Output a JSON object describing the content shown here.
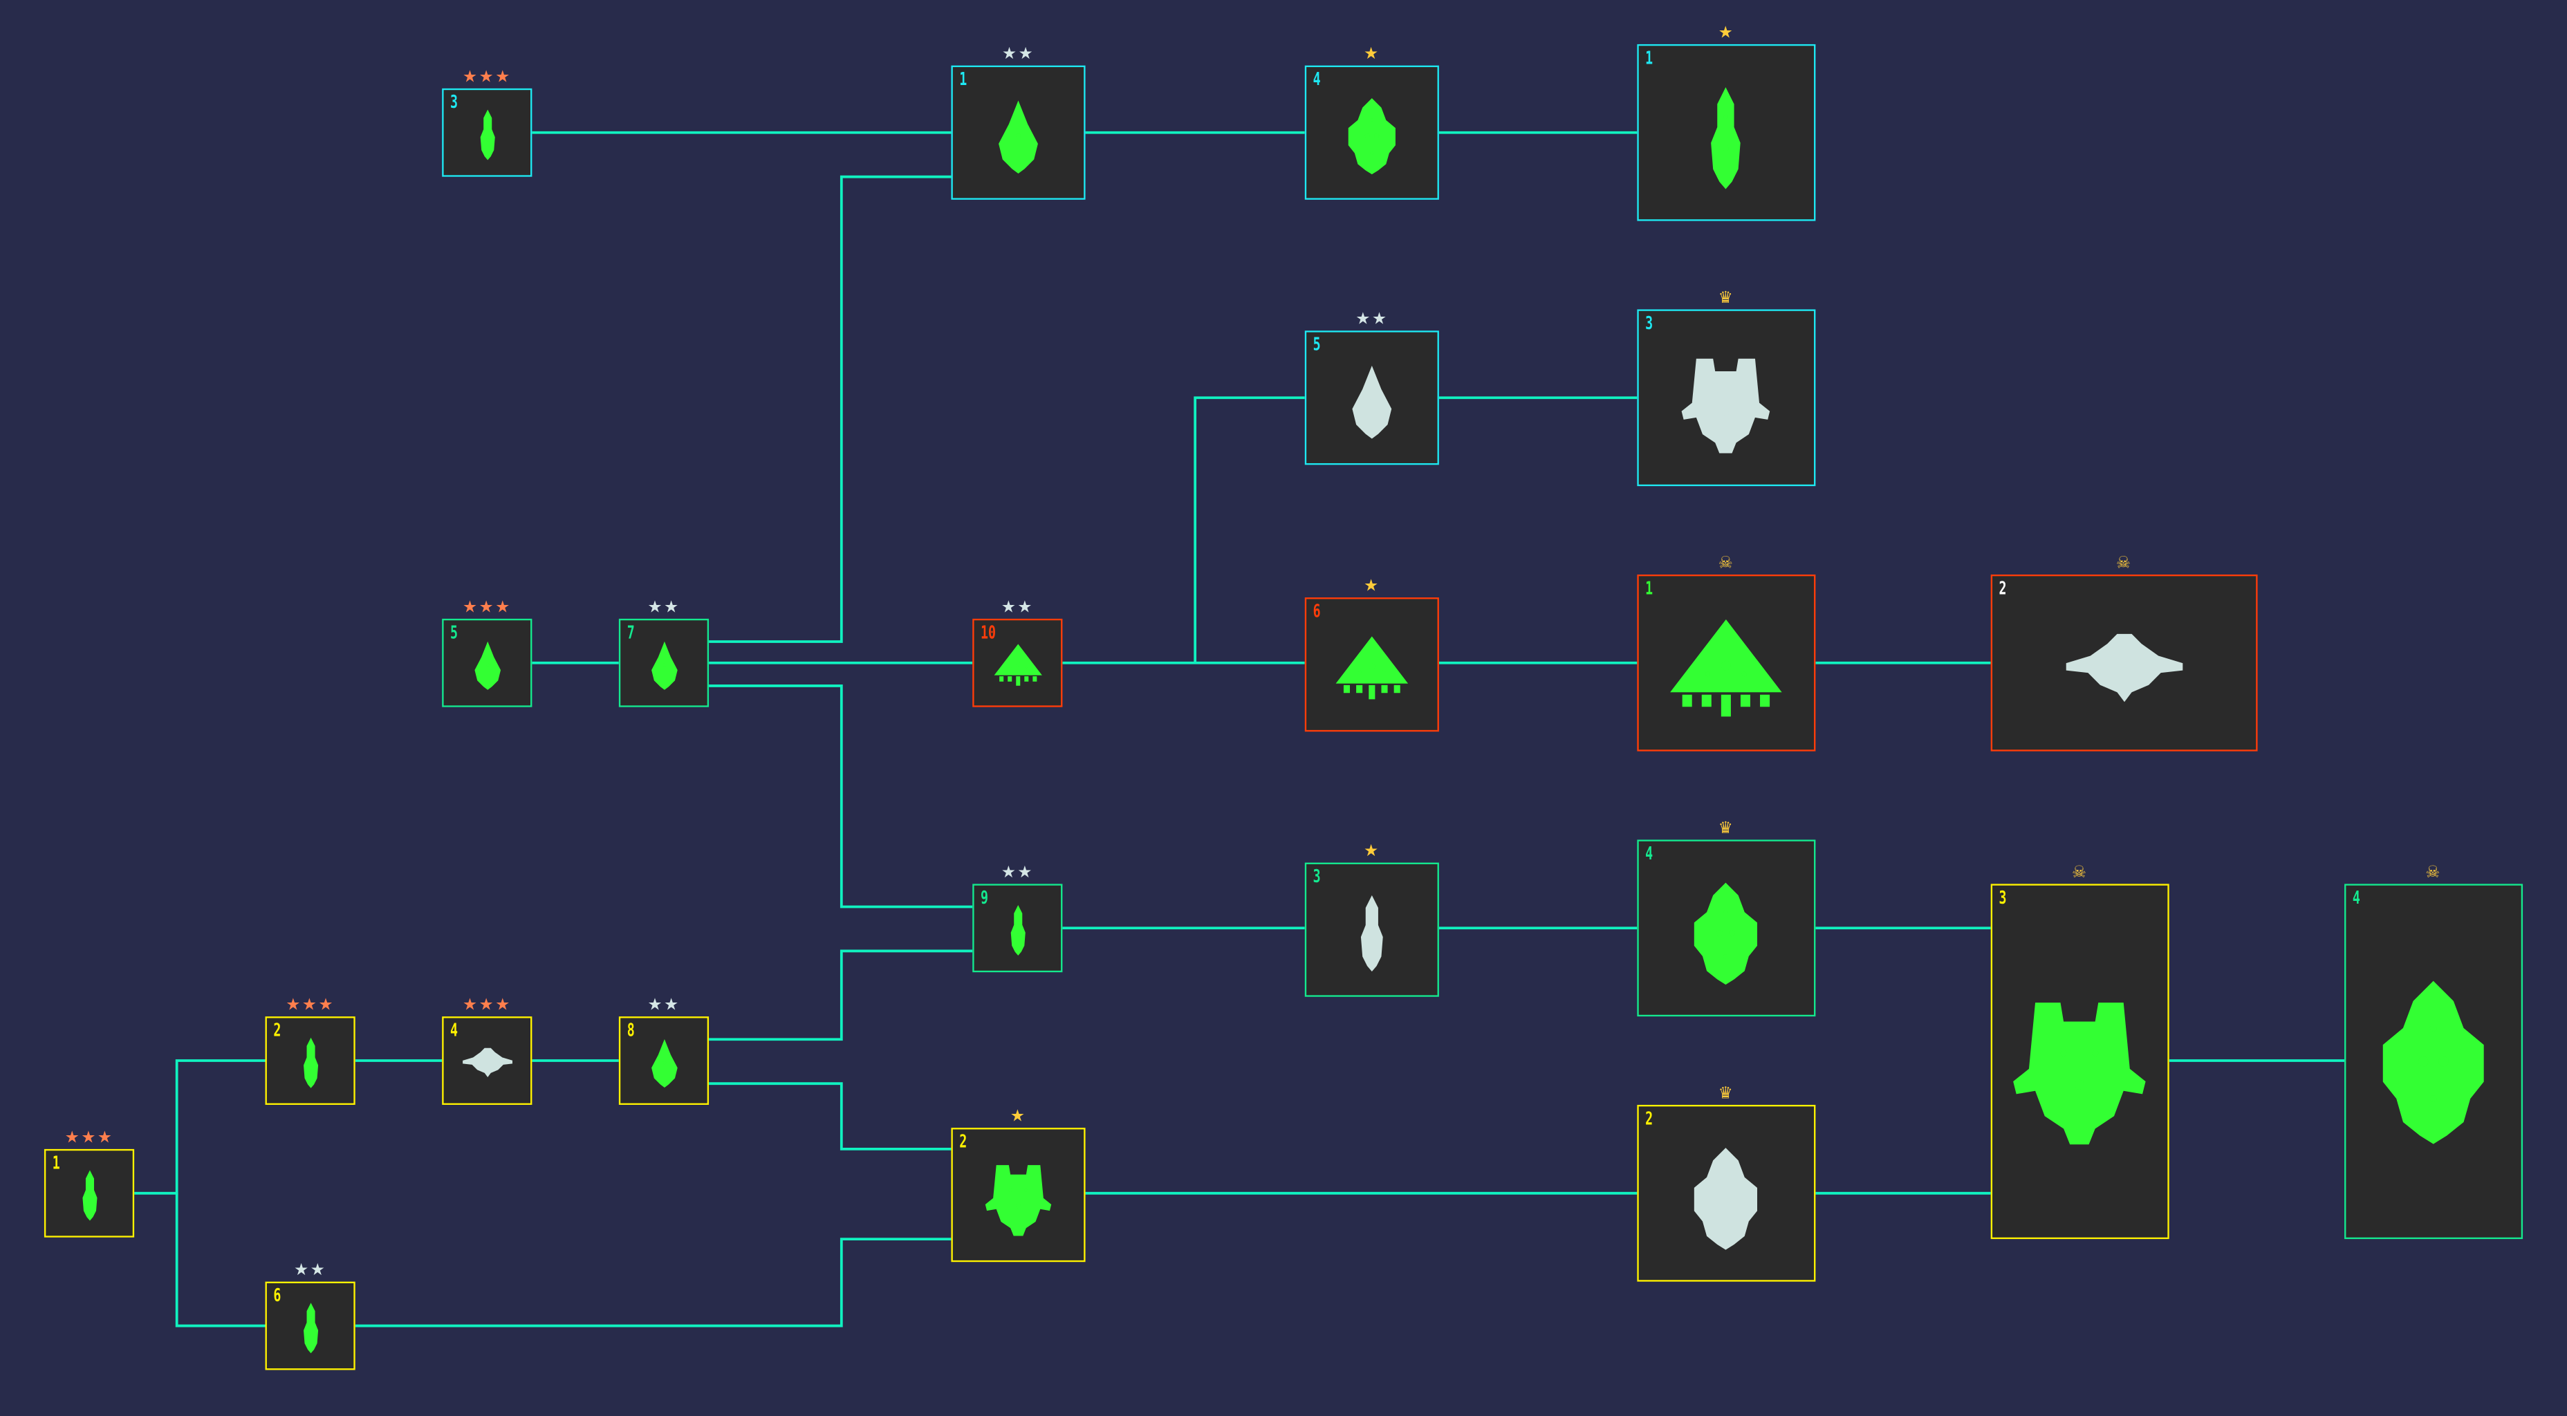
{
  "colors": {
    "background": "#282b4b",
    "edge": "#10f2c0",
    "cyan": "#1ee8f2",
    "green": "#14e98f",
    "red": "#ff3d0a",
    "yellow": "#fff200",
    "ship_green": "#33ff33",
    "ship_white": "#cfe3e0"
  },
  "nodes": [
    {
      "label": "3",
      "badge": "★★★",
      "badge_icon": "star",
      "frame": "cyan",
      "ship": "green"
    },
    {
      "label": "1",
      "badge": "★★",
      "badge_icon": "star",
      "frame": "cyan",
      "ship": "green"
    },
    {
      "label": "4",
      "badge": "★",
      "badge_icon": "star",
      "frame": "cyan",
      "ship": "green"
    },
    {
      "label": "1",
      "badge": "★",
      "badge_icon": "star",
      "frame": "cyan",
      "ship": "green"
    },
    {
      "label": "5",
      "badge": "★★",
      "badge_icon": "star",
      "frame": "cyan",
      "ship": "white"
    },
    {
      "label": "3",
      "badge": "♛",
      "badge_icon": "crown",
      "frame": "cyan",
      "ship": "white"
    },
    {
      "label": "5",
      "badge": "★★★",
      "badge_icon": "star",
      "frame": "green",
      "ship": "green"
    },
    {
      "label": "7",
      "badge": "★★",
      "badge_icon": "star",
      "frame": "green",
      "ship": "green"
    },
    {
      "label": "10",
      "badge": "★★",
      "badge_icon": "star",
      "frame": "red",
      "ship": "green"
    },
    {
      "label": "6",
      "badge": "★",
      "badge_icon": "star",
      "frame": "red",
      "ship": "green"
    },
    {
      "label": "1",
      "badge": "☠",
      "badge_icon": "skull",
      "frame": "red",
      "ship": "green"
    },
    {
      "label": "2",
      "badge": "☠",
      "badge_icon": "skull",
      "frame": "red",
      "ship": "white"
    },
    {
      "label": "9",
      "badge": "★★",
      "badge_icon": "star",
      "frame": "green",
      "ship": "green"
    },
    {
      "label": "3",
      "badge": "★",
      "badge_icon": "star",
      "frame": "green",
      "ship": "white"
    },
    {
      "label": "4",
      "badge": "♛",
      "badge_icon": "crown",
      "frame": "green",
      "ship": "green"
    },
    {
      "label": "3",
      "badge": "☠",
      "badge_icon": "skull",
      "frame": "yellow",
      "ship": "green"
    },
    {
      "label": "4",
      "badge": "☠",
      "badge_icon": "skull",
      "frame": "green",
      "ship": "green"
    },
    {
      "label": "2",
      "badge": "★★★",
      "badge_icon": "star",
      "frame": "yellow",
      "ship": "green"
    },
    {
      "label": "4",
      "badge": "★★★",
      "badge_icon": "star",
      "frame": "yellow",
      "ship": "white"
    },
    {
      "label": "8",
      "badge": "★★",
      "badge_icon": "star",
      "frame": "yellow",
      "ship": "green"
    },
    {
      "label": "2",
      "badge": "★",
      "badge_icon": "star",
      "frame": "yellow",
      "ship": "green"
    },
    {
      "label": "2",
      "badge": "♛",
      "badge_icon": "crown",
      "frame": "yellow",
      "ship": "white"
    },
    {
      "label": "1",
      "badge": "★★★",
      "badge_icon": "star",
      "frame": "yellow",
      "ship": "green"
    },
    {
      "label": "6",
      "badge": "★★",
      "badge_icon": "star",
      "frame": "yellow",
      "ship": "green"
    }
  ]
}
